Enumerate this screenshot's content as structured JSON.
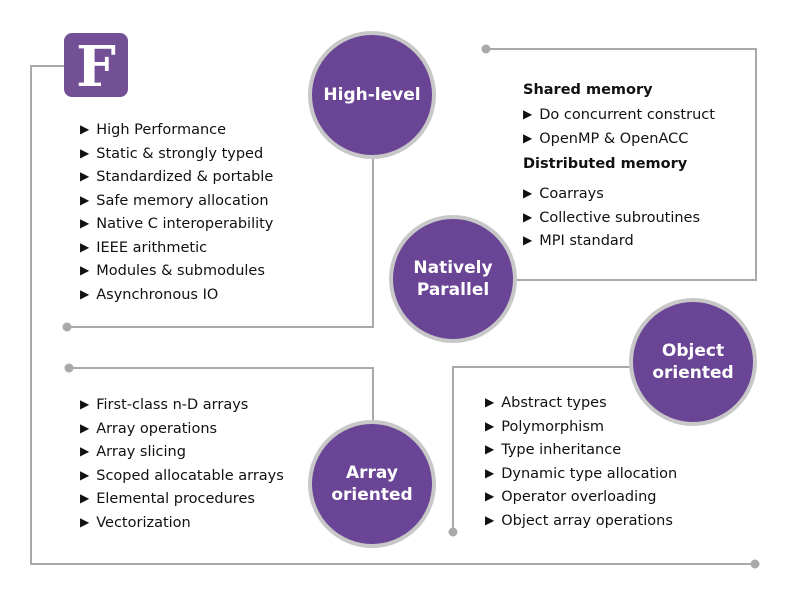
{
  "logo": {
    "letter": "F",
    "color": "#734f96"
  },
  "colors": {
    "circle_fill": "#6a4495",
    "circle_ring": "#c8c8c8",
    "line": "#a9a9a9"
  },
  "high_level": {
    "title": "High-level",
    "items": [
      "High Performance",
      "Static & strongly typed",
      "Standardized & portable",
      "Safe memory allocation",
      "Native C interoperability",
      "IEEE arithmetic",
      "Modules & submodules",
      "Asynchronous IO"
    ]
  },
  "natively_parallel": {
    "title": "Natively\nParallel",
    "shared_heading": "Shared memory",
    "shared_items": [
      "Do concurrent  construct",
      "OpenMP & OpenACC"
    ],
    "distributed_heading": "Distributed memory",
    "distributed_items": [
      "Coarrays",
      "Collective subroutines",
      "MPI standard"
    ]
  },
  "array_oriented": {
    "title": "Array\noriented",
    "items": [
      "First-class n-D arrays",
      "Array operations",
      "Array slicing",
      "Scoped allocatable arrays",
      "Elemental procedures",
      "Vectorization"
    ]
  },
  "object_oriented": {
    "title": "Object\noriented",
    "items": [
      "Abstract types",
      "Polymorphism",
      "Type inheritance",
      "Dynamic type allocation",
      "Operator overloading",
      "Object array operations"
    ]
  }
}
